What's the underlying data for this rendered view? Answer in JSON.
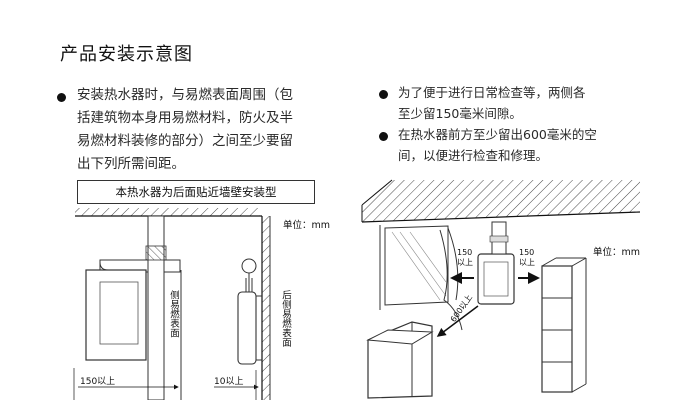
{
  "title": "产品安装示意图",
  "left_text": {
    "lines": [
      "安装热水器时，与易燃表面周围（包",
      "括建筑物本身用易燃材料，防火及半",
      "易燃材料装修的部分）之间至少要留",
      "出下列所需间距。"
    ]
  },
  "right_text": {
    "item1_lines": [
      "为了便于进行日常检查等，两侧各",
      "至少留150毫米间隙。"
    ],
    "item2_lines": [
      "在热水器前方至少留出600毫米的空",
      "间，以便进行检查和修理。"
    ]
  },
  "box_label": "本热水器为后面贴近墙壁安装型",
  "unit_left": "单位：mm",
  "unit_right": "单位：mm",
  "side_label": "侧易燃表面",
  "rear_label": "后侧易燃表面",
  "dim_side": "150以上",
  "dim_rear": "10以上",
  "gap_left": [
    "150",
    "以上"
  ],
  "gap_right": [
    "150",
    "以上"
  ],
  "front_dim": "600以上"
}
